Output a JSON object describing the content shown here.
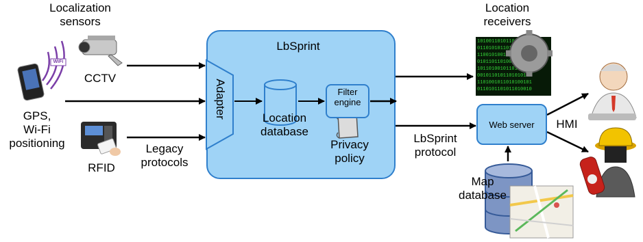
{
  "title": "LbSprint",
  "labels": {
    "localization_sensors": "Localization\nsensors",
    "cctv": "CCTV",
    "gps": "GPS,\nWi-Fi\npositioning",
    "rfid": "RFID",
    "legacy": "Legacy\nprotocols",
    "adapter": "Adapter",
    "location_db": "Location\ndatabase",
    "filter_engine": "Filter\nengine",
    "privacy_policy": "Privacy\npolicy",
    "location_receivers": "Location\nreceivers",
    "lbsprint_protocol": "LbSprint\nprotocol",
    "web_server": "Web server",
    "hmi": "HMI",
    "map_database": "Map\ndatabase",
    "wifi_badge": "WiFi"
  },
  "colors": {
    "box_fill": "#9fd3f6",
    "box_stroke": "#2f7fcc",
    "arrow": "#000000"
  },
  "icons": [
    "cctv-camera-icon",
    "smartphone-icon",
    "wifi-signal-icon",
    "rfid-reader-icon",
    "binary-gear-icon",
    "operator-avatar-icon",
    "firefighter-avatar-icon",
    "map-icon"
  ]
}
